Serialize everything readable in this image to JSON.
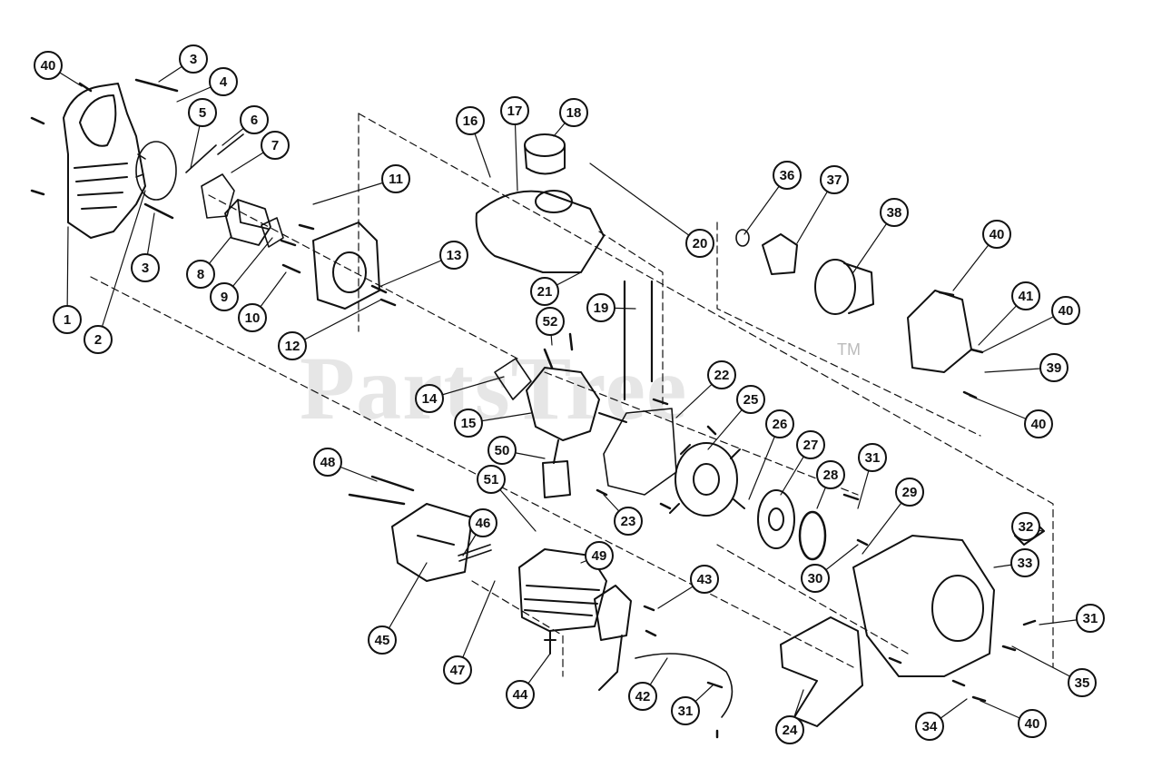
{
  "watermark": {
    "brand": "PartsTree",
    "trademark": "TM"
  },
  "callouts": [
    "40",
    "3",
    "4",
    "5",
    "6",
    "7",
    "1",
    "2",
    "3",
    "8",
    "9",
    "10",
    "11",
    "12",
    "13",
    "16",
    "17",
    "18",
    "20",
    "21",
    "19",
    "52",
    "14",
    "15",
    "50",
    "51",
    "48",
    "46",
    "45",
    "47",
    "44",
    "49",
    "43",
    "42",
    "31",
    "24",
    "22",
    "23",
    "25",
    "26",
    "27",
    "28",
    "31",
    "29",
    "30",
    "32",
    "33",
    "31",
    "35",
    "34",
    "40",
    "36",
    "37",
    "38",
    "40",
    "41",
    "40",
    "39",
    "40"
  ]
}
